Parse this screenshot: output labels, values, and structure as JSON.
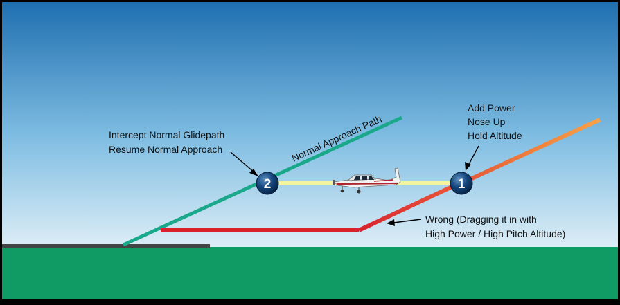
{
  "labels": {
    "normal_approach_path": "Normal Approach Path",
    "intercept_line1": "Intercept Normal Glidepath",
    "intercept_line2": "Resume Normal Approach",
    "add_power_line1": "Add Power",
    "add_power_line2": "Nose Up",
    "add_power_line3": "Hold Altitude",
    "wrong_line1": "Wrong (Dragging it in with",
    "wrong_line2": "High Power / High Pitch Altitude)"
  },
  "markers": {
    "point_1": "1",
    "point_2": "2"
  },
  "colors": {
    "sky_top": "#1f6fb0",
    "sky_bottom": "#d8ecf6",
    "ground": "#109a64",
    "glidepath": "#1aa88a",
    "level_path": "#f4f4a0",
    "wrong_path": "#d8222e",
    "climb_path": "#f08a3a",
    "runway": "#444444",
    "marker": "#0d3d6e"
  },
  "icons": {
    "aircraft": "airplane-icon",
    "marker": "numbered-circle-icon"
  }
}
